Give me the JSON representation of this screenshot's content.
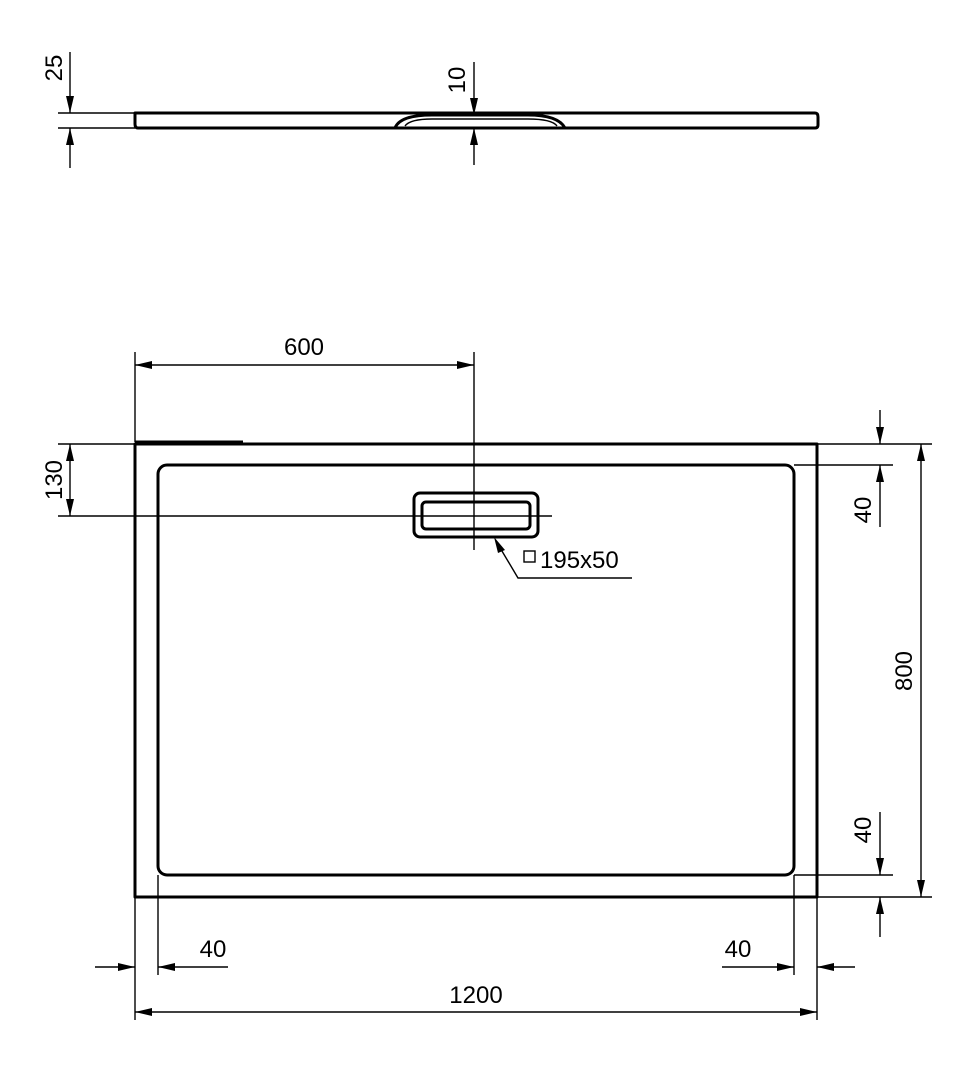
{
  "drawing": {
    "side_view": {
      "height_label": "25",
      "drain_depth_label": "10"
    },
    "plan_view": {
      "drain_position_label": "600",
      "drain_offset_label": "130",
      "drain_size_label": "195x50",
      "top_rim_label": "40",
      "bottom_rim_label": "40",
      "depth_label": "800",
      "left_rim_label": "40",
      "right_rim_label": "40",
      "width_label": "1200"
    }
  }
}
